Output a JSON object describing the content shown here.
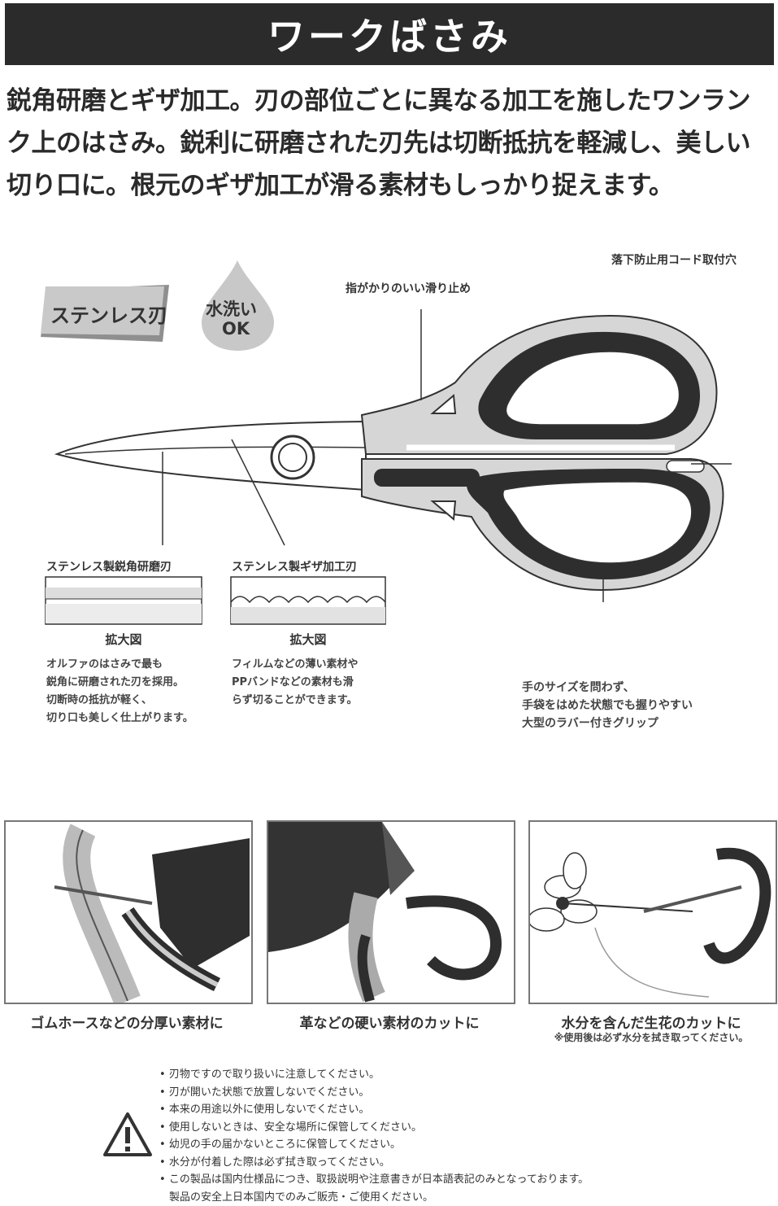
{
  "title": "ワークばさみ",
  "intro": "鋭角研磨とギザ加工。刃の部位ごとに異なる加工を施したワンランク上のはさみ。鋭利に研磨された刃先は切断抵抗を軽減し、美しい切り口に。根元のギザ加工が滑る素材もしっかり捉えます。",
  "badges": {
    "stainless": "ステンレス刃",
    "water_line1": "水洗い",
    "water_line2": "OK"
  },
  "callouts": {
    "finger_rest": "指がかりのいい滑り止め",
    "cord_hole": "落下防止用コード取付穴",
    "blade_sharp": "ステンレス製鋭角研磨刃",
    "blade_serrated": "ステンレス製ギザ加工刃",
    "zoom1": "拡大図",
    "zoom2": "拡大図",
    "note_sharp": [
      "オルファのはさみで最も",
      "鋭角に研磨された刃を採用。",
      "切断時の抵抗が軽く、",
      "切り口も美しく仕上がります。"
    ],
    "note_serrated": [
      "フィルムなどの薄い素材や",
      "PPバンドなどの素材も滑",
      "らず切ることができます。"
    ],
    "note_grip": [
      "手のサイズを問わず、",
      "手袋をはめた状態でも握りやすい",
      "大型のラバー付きグリップ"
    ]
  },
  "photos": [
    {
      "caption": "ゴムホースなどの分厚い素材に",
      "sub": ""
    },
    {
      "caption": "革などの硬い素材のカットに",
      "sub": ""
    },
    {
      "caption": "水分を含んだ生花のカットに",
      "sub": "※使用後は必ず水分を拭き取ってください。"
    }
  ],
  "warnings": [
    "刃物ですので取り扱いに注意してください。",
    "刃が開いた状態で放置しないでください。",
    "本来の用途以外に使用しないでください。",
    "使用しないときは、安全な場所に保管してください。",
    "幼児の手の届かないところに保管してください。",
    "水分が付着した際は必ず拭き取ってください。",
    "この製品は国内仕様品につき、取扱説明や注意書きが日本語表記のみとなっております。",
    "製品の安全上日本国内でのみご販売・ご使用ください。"
  ],
  "colors": {
    "title_bg": "#2b2b2b",
    "grip": "#2e2e2e",
    "body": "#d6d6d6"
  }
}
